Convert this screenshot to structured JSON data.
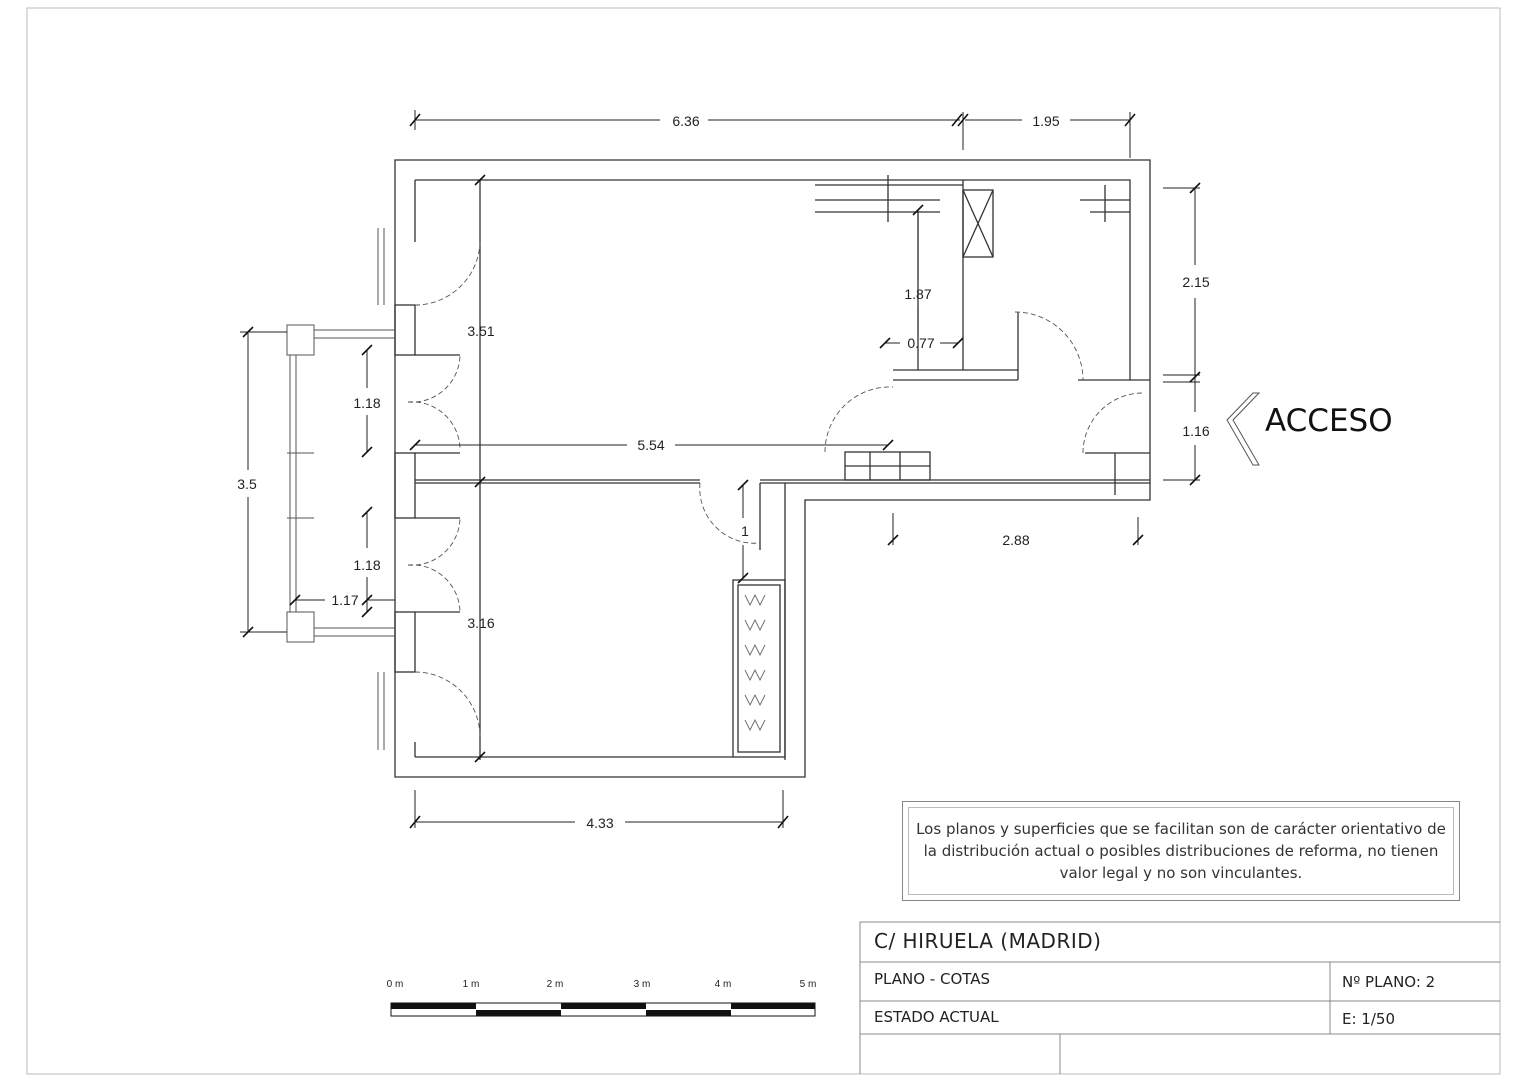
{
  "plan": {
    "dimensions": {
      "top_left": "6.36",
      "top_right": "1.95",
      "right_upper": "2.15",
      "right_lower": "1.16",
      "inner_1_87": "1.87",
      "inner_0_77": "0.77",
      "left_room_upper": "3.51",
      "left_room_lower": "3.16",
      "balcony_upper": "1.18",
      "balcony_lower": "1.18",
      "balcony_total": "3.5",
      "balcony_depth": "1.17",
      "corridor": "5.54",
      "door_1": "1",
      "bottom_right": "2.88",
      "bottom_left": "4.33"
    },
    "access_label": "ACCESO"
  },
  "note": {
    "line1": "Los planos y superficies que se facilitan son de carácter orientativo de",
    "line2": "la distribución actual o posibles distribuciones de reforma, no tienen",
    "line3": "valor legal y no son vinculantes."
  },
  "title_block": {
    "address": "C/  HIRUELA   (MADRID)",
    "plan_type": "PLANO   -  COTAS",
    "state": "ESTADO  ACTUAL",
    "plan_number": "Nº PLANO:  2",
    "scale": "E: 1/50"
  },
  "scale_bar": {
    "labels": [
      "0 m",
      "1 m",
      "2 m",
      "3 m",
      "4 m",
      "5 m"
    ]
  }
}
